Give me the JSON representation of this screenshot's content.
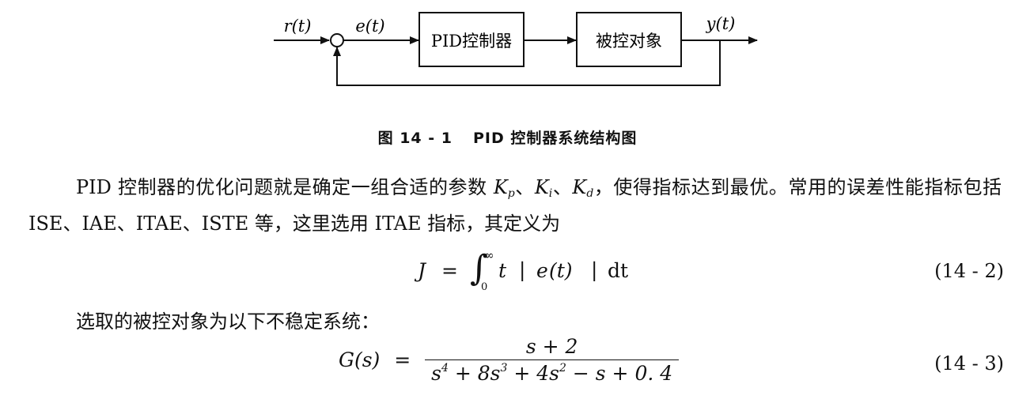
{
  "diagram": {
    "input_label": "r(t)",
    "error_label": "e(t)",
    "output_label": "y(t)",
    "controller_label": "PID控制器",
    "plant_label": "被控对象"
  },
  "caption": {
    "number": "图 14 - 1",
    "title": "PID 控制器系统结构图"
  },
  "paragraph1": {
    "text_a": "PID 控制器的优化问题就是确定一组合适的参数 ",
    "kp_main": "K",
    "kp_sub": "p",
    "sep1": "、",
    "ki_main": "K",
    "ki_sub": "i",
    "sep2": "、",
    "kd_main": "K",
    "kd_sub": "d",
    "text_b": "，使得指标达到最优。常用的误差性能指标包括 ISE、IAE、ITAE、ISTE 等，这里选用 ITAE 指标，其定义为"
  },
  "equation1": {
    "lhs": "J",
    "equals": "=",
    "integral_upper": "∞",
    "integral_lower": "0",
    "integrand_t": "t",
    "bar": "|",
    "e": "e",
    "paren_t": "(t)",
    "dt": "dt",
    "number": "(14 - 2)"
  },
  "paragraph2": {
    "text": "选取的被控对象为以下不稳定系统："
  },
  "equation2": {
    "lhs": "G(s)",
    "equals": "=",
    "numerator": "s + 2",
    "denominator": {
      "t1": "s",
      "e1": "4",
      "t2": " + 8s",
      "e2": "3",
      "t3": " + 4s",
      "e3": "2",
      "t4": " − s + 0. 4"
    },
    "number": "(14 - 3)"
  }
}
